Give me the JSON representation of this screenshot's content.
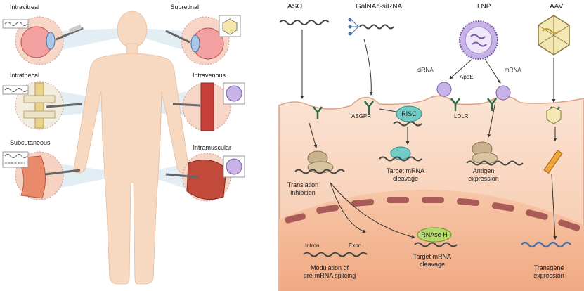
{
  "colors": {
    "skin": "#f7d9c2",
    "cell": "#f8cbb1",
    "nucleus": "#f3b38f",
    "membrane": "#a95b58",
    "ribosome": "#c8b28d",
    "risc": "#72ccc6",
    "rnaseh": "#b5d96b",
    "lnp": "#b59ad6",
    "aav": "#d8c36f"
  },
  "left": {
    "routes": [
      {
        "id": "intravitreal",
        "label": "Intravitreal"
      },
      {
        "id": "subretinal",
        "label": "Subretinal"
      },
      {
        "id": "intrathecal",
        "label": "Intrathecal"
      },
      {
        "id": "intravenous",
        "label": "Intravenous"
      },
      {
        "id": "subcutaneous",
        "label": "Subcutaneous"
      },
      {
        "id": "intramuscular",
        "label": "Intramuscular"
      }
    ]
  },
  "right": {
    "headers": [
      {
        "id": "aso",
        "label": "ASO"
      },
      {
        "id": "galnac",
        "label": "GalNAc-siRNA"
      },
      {
        "id": "lnp",
        "label": "LNP"
      },
      {
        "id": "aav",
        "label": "AAV"
      }
    ],
    "labels": {
      "sirna": "siRNA",
      "apoe": "ApoE",
      "mrna": "mRNA",
      "asgpr": "ASGPR",
      "ldlr": "LDLR",
      "risc": "RISC",
      "rnaseh": "RNAse H",
      "intron": "Intron",
      "exon": "Exon"
    },
    "outcomes": [
      {
        "id": "translation",
        "line1": "Translation",
        "line2": "inhibition"
      },
      {
        "id": "target1",
        "line1": "Target mRNA",
        "line2": "cleavage"
      },
      {
        "id": "antigen",
        "line1": "Antigen",
        "line2": "expression"
      },
      {
        "id": "splicing",
        "line1": "Modulation of",
        "line2": "pre-mRNA splicing"
      },
      {
        "id": "target2",
        "line1": "Target mRNA",
        "line2": "cleavage"
      },
      {
        "id": "transgene",
        "line1": "Transgene",
        "line2": "expression"
      }
    ]
  }
}
